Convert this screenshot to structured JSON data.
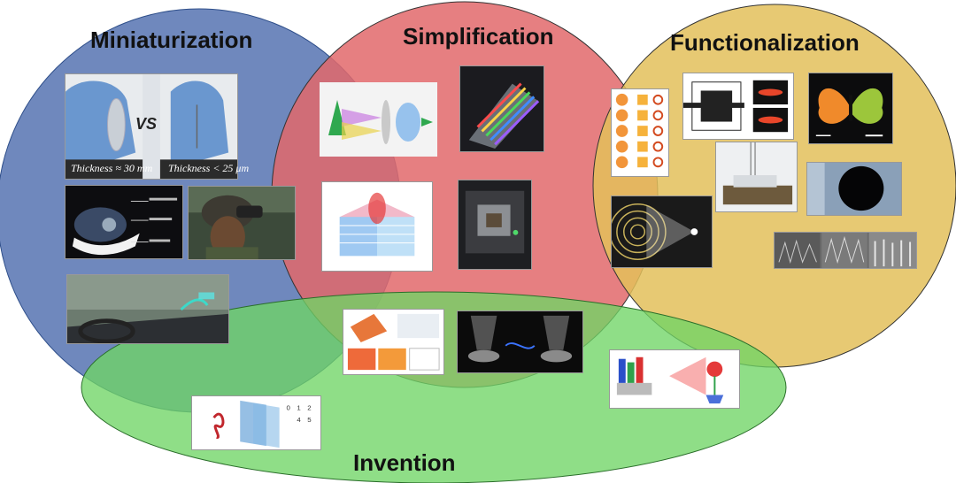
{
  "labels": {
    "miniaturization": "Miniaturization",
    "simplification": "Simplification",
    "functionalization": "Functionalization",
    "invention": "Invention"
  },
  "lens_comparison": {
    "vs": "VS",
    "left_caption": "Thickness ≈ 30 mm",
    "right_caption": "Thickness < 25 μm"
  },
  "colors": {
    "miniaturization": "#5b78b4",
    "simplification": "#e2696b",
    "functionalization": "#e3c05b",
    "invention": "#6fd565"
  }
}
